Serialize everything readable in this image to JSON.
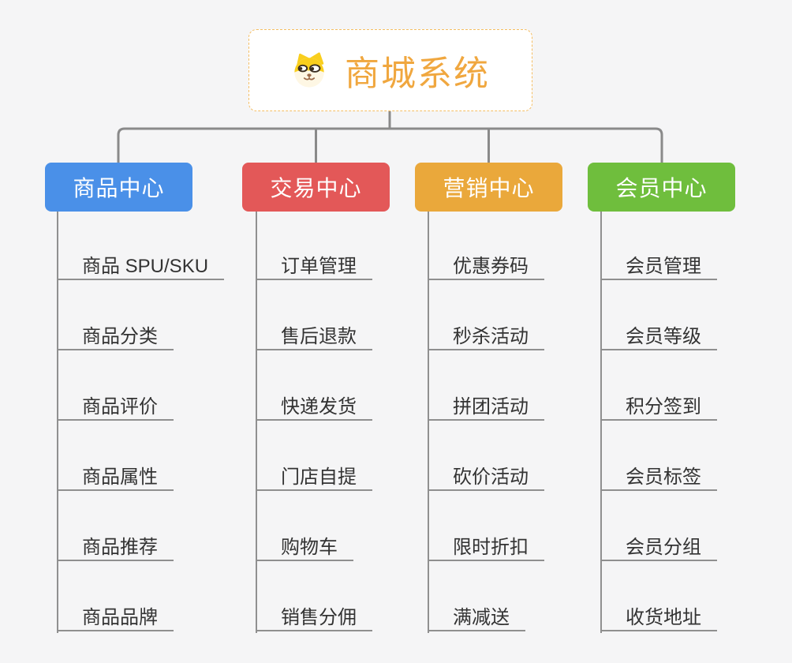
{
  "root": {
    "title": "商城系统",
    "title_color": "#F0A73F",
    "border_color": "#F5BE63",
    "icon": "dog-face-icon"
  },
  "connector_color": "#8a8a8a",
  "branches": [
    {
      "id": "product-center",
      "label": "商品中心",
      "color": "#4A90E8",
      "children": [
        "商品 SPU/SKU",
        "商品分类",
        "商品评价",
        "商品属性",
        "商品推荐",
        "商品品牌"
      ]
    },
    {
      "id": "trade-center",
      "label": "交易中心",
      "color": "#E35858",
      "children": [
        "订单管理",
        "售后退款",
        "快递发货",
        "门店自提",
        "购物车",
        "销售分佣"
      ]
    },
    {
      "id": "marketing-center",
      "label": "营销中心",
      "color": "#EAA83B",
      "children": [
        "优惠券码",
        "秒杀活动",
        "拼团活动",
        "砍价活动",
        "限时折扣",
        "满减送"
      ]
    },
    {
      "id": "member-center",
      "label": "会员中心",
      "color": "#6FBE3D",
      "children": [
        "会员管理",
        "会员等级",
        "积分签到",
        "会员标签",
        "会员分组",
        "收货地址"
      ]
    }
  ]
}
